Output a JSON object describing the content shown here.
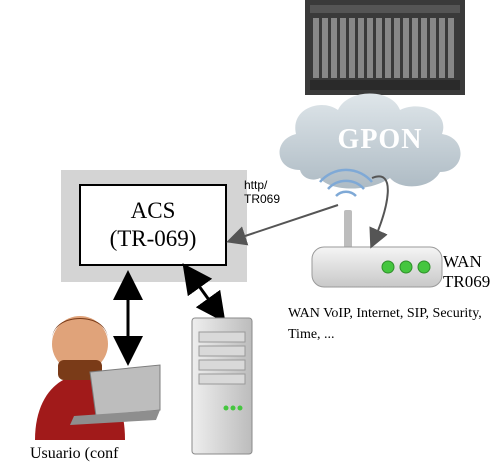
{
  "acs": {
    "line1": "ACS",
    "line2": "(TR-069)"
  },
  "link_label": {
    "line1": "http/",
    "line2": "TR069"
  },
  "cloud_label": "GPON",
  "cpe_label": {
    "line1": "WAN",
    "line2": "TR069"
  },
  "services_text": "WAN VoIP, Internet, SIP, Security, Time, ...",
  "user_label": "Usuario (conf",
  "colors": {
    "panel": "#d4d4d4",
    "cloud": "#c9d3da",
    "router_led": "#45c63f",
    "user_shirt": "#a11a1a"
  },
  "icons": [
    "olt-chassis-icon",
    "cloud-icon",
    "router-icon",
    "wifi-waves-icon",
    "server-tower-icon",
    "user-laptop-icon"
  ]
}
